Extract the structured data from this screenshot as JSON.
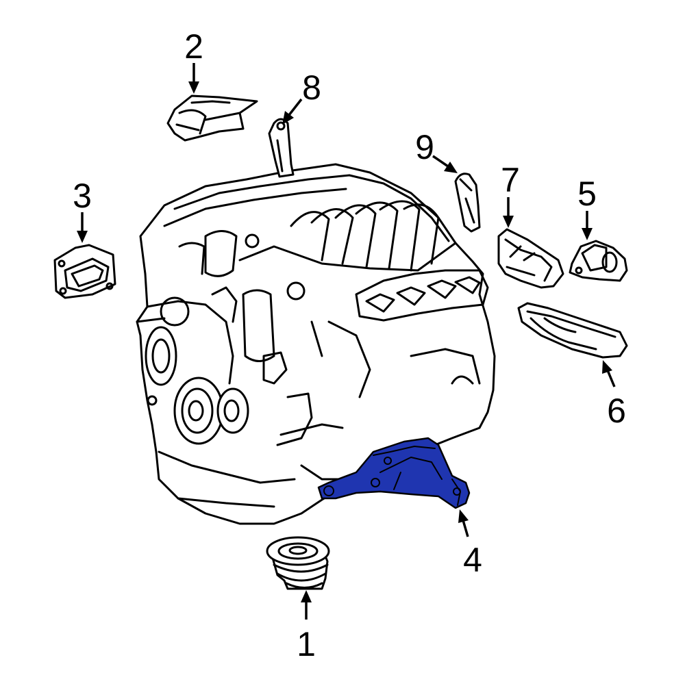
{
  "diagram": {
    "highlight_color": "#1f35b0",
    "highlighted_part": "4",
    "callouts": [
      {
        "id": "c1",
        "label": "1"
      },
      {
        "id": "c2",
        "label": "2"
      },
      {
        "id": "c3",
        "label": "3"
      },
      {
        "id": "c4",
        "label": "4"
      },
      {
        "id": "c5",
        "label": "5"
      },
      {
        "id": "c6",
        "label": "6"
      },
      {
        "id": "c7",
        "label": "7"
      },
      {
        "id": "c8",
        "label": "8"
      },
      {
        "id": "c9",
        "label": "9"
      }
    ]
  }
}
